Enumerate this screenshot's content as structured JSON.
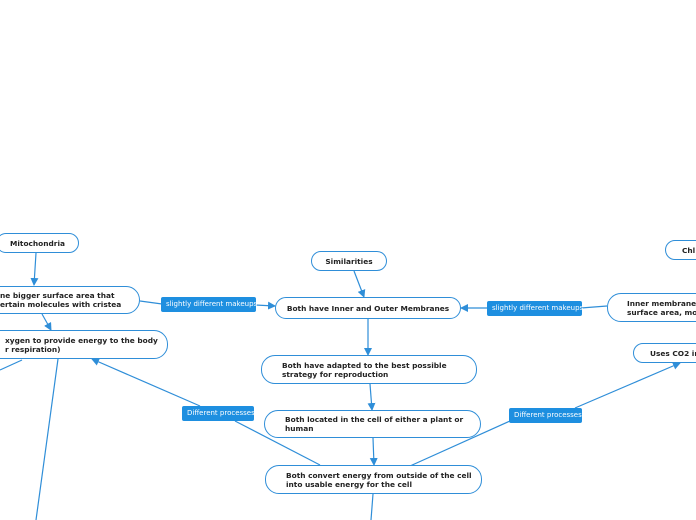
{
  "colors": {
    "accent": "#2f8ed8",
    "tag_bg": "#1e8fe0",
    "text": "#222222"
  },
  "nodes": {
    "mitochondria": "Mitochondria",
    "chloroplast": "Chl",
    "similarities": "Similarities",
    "inner_outer": "Both have Inner and Outer Membranes",
    "mito_surface": "ne bigger surface area that\nertain molecules with cristea",
    "mito_oxygen": "xygen to provide energy to the body\nr respiration)",
    "chloro_inner": "Inner membrane\nsurface area, mor",
    "uses_co2": "Uses CO2 in",
    "reproduction": "Both have adapted to the best possible\nstrategy for reproduction",
    "located": "Both located in the cell of either a plant or\nhuman",
    "convert": "Both convert energy from outside of the cell\ninto usable energy for the cell"
  },
  "tags": {
    "makeup_left": "slightly different makeups",
    "makeup_right": "slightly different makeups",
    "process_left": "Different processes",
    "process_right": "Different processes"
  }
}
